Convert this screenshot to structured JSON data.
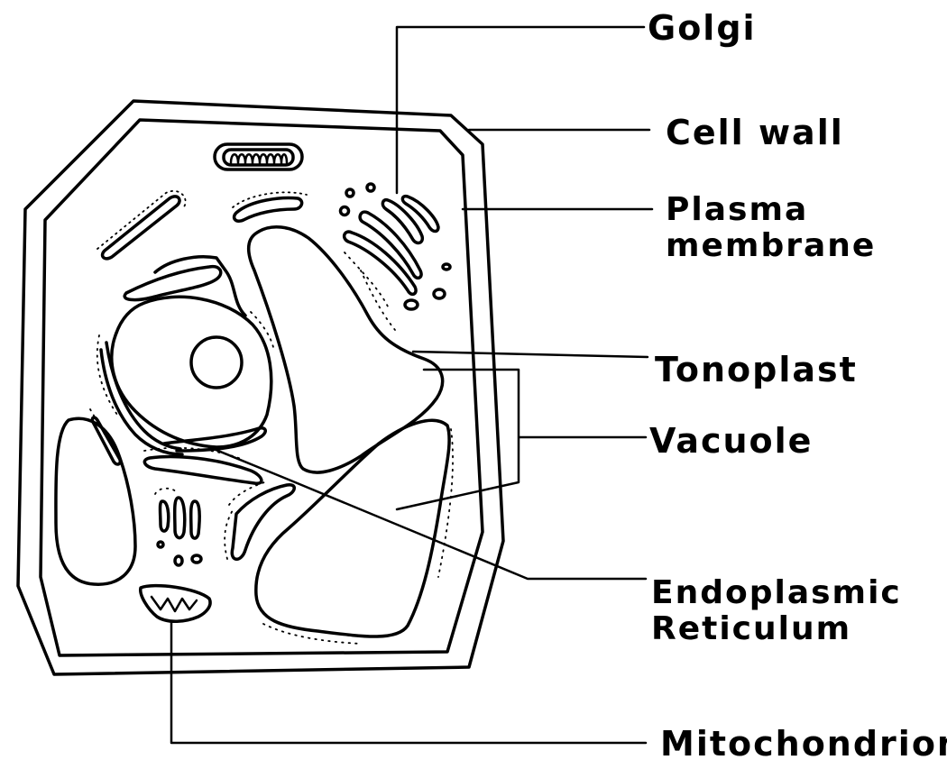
{
  "diagram": {
    "labels": {
      "golgi": "Golgi",
      "cell_wall": "Cell wall",
      "plasma_membrane_line1": "Plasma",
      "plasma_membrane_line2": "membrane",
      "tonoplast": "Tonoplast",
      "vacuole": "Vacuole",
      "er_line1": "Endoplasmic",
      "er_line2": "Reticulum",
      "mitochondrion": "Mitochondrion"
    },
    "colors": {
      "ink": "#000000",
      "background": "#ffffff"
    }
  }
}
